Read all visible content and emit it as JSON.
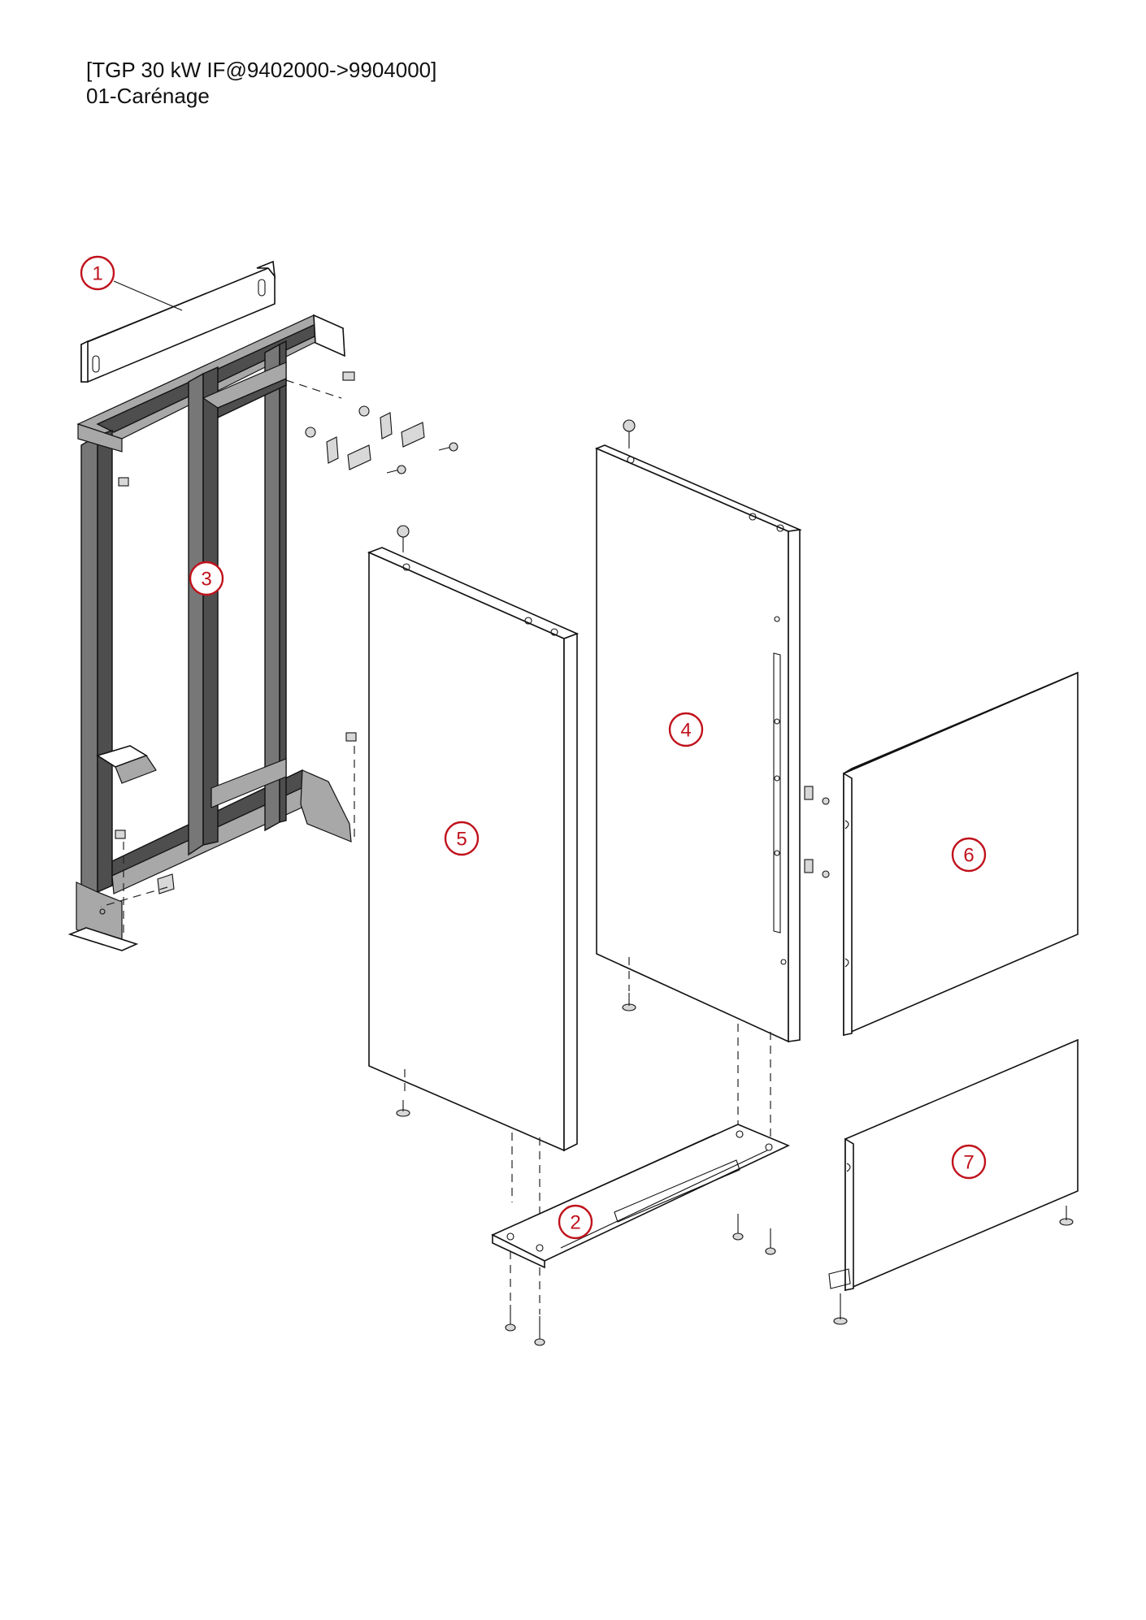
{
  "header": {
    "title": "[TGP 30 kW IF@9402000->9904000]",
    "subtitle": "01-Carénage"
  },
  "callouts": [
    {
      "id": "1"
    },
    {
      "id": "2"
    },
    {
      "id": "3"
    },
    {
      "id": "4"
    },
    {
      "id": "5"
    },
    {
      "id": "6"
    },
    {
      "id": "7"
    }
  ],
  "colors": {
    "callout": "#c0121c",
    "frame": "#777777",
    "line": "#111111"
  }
}
